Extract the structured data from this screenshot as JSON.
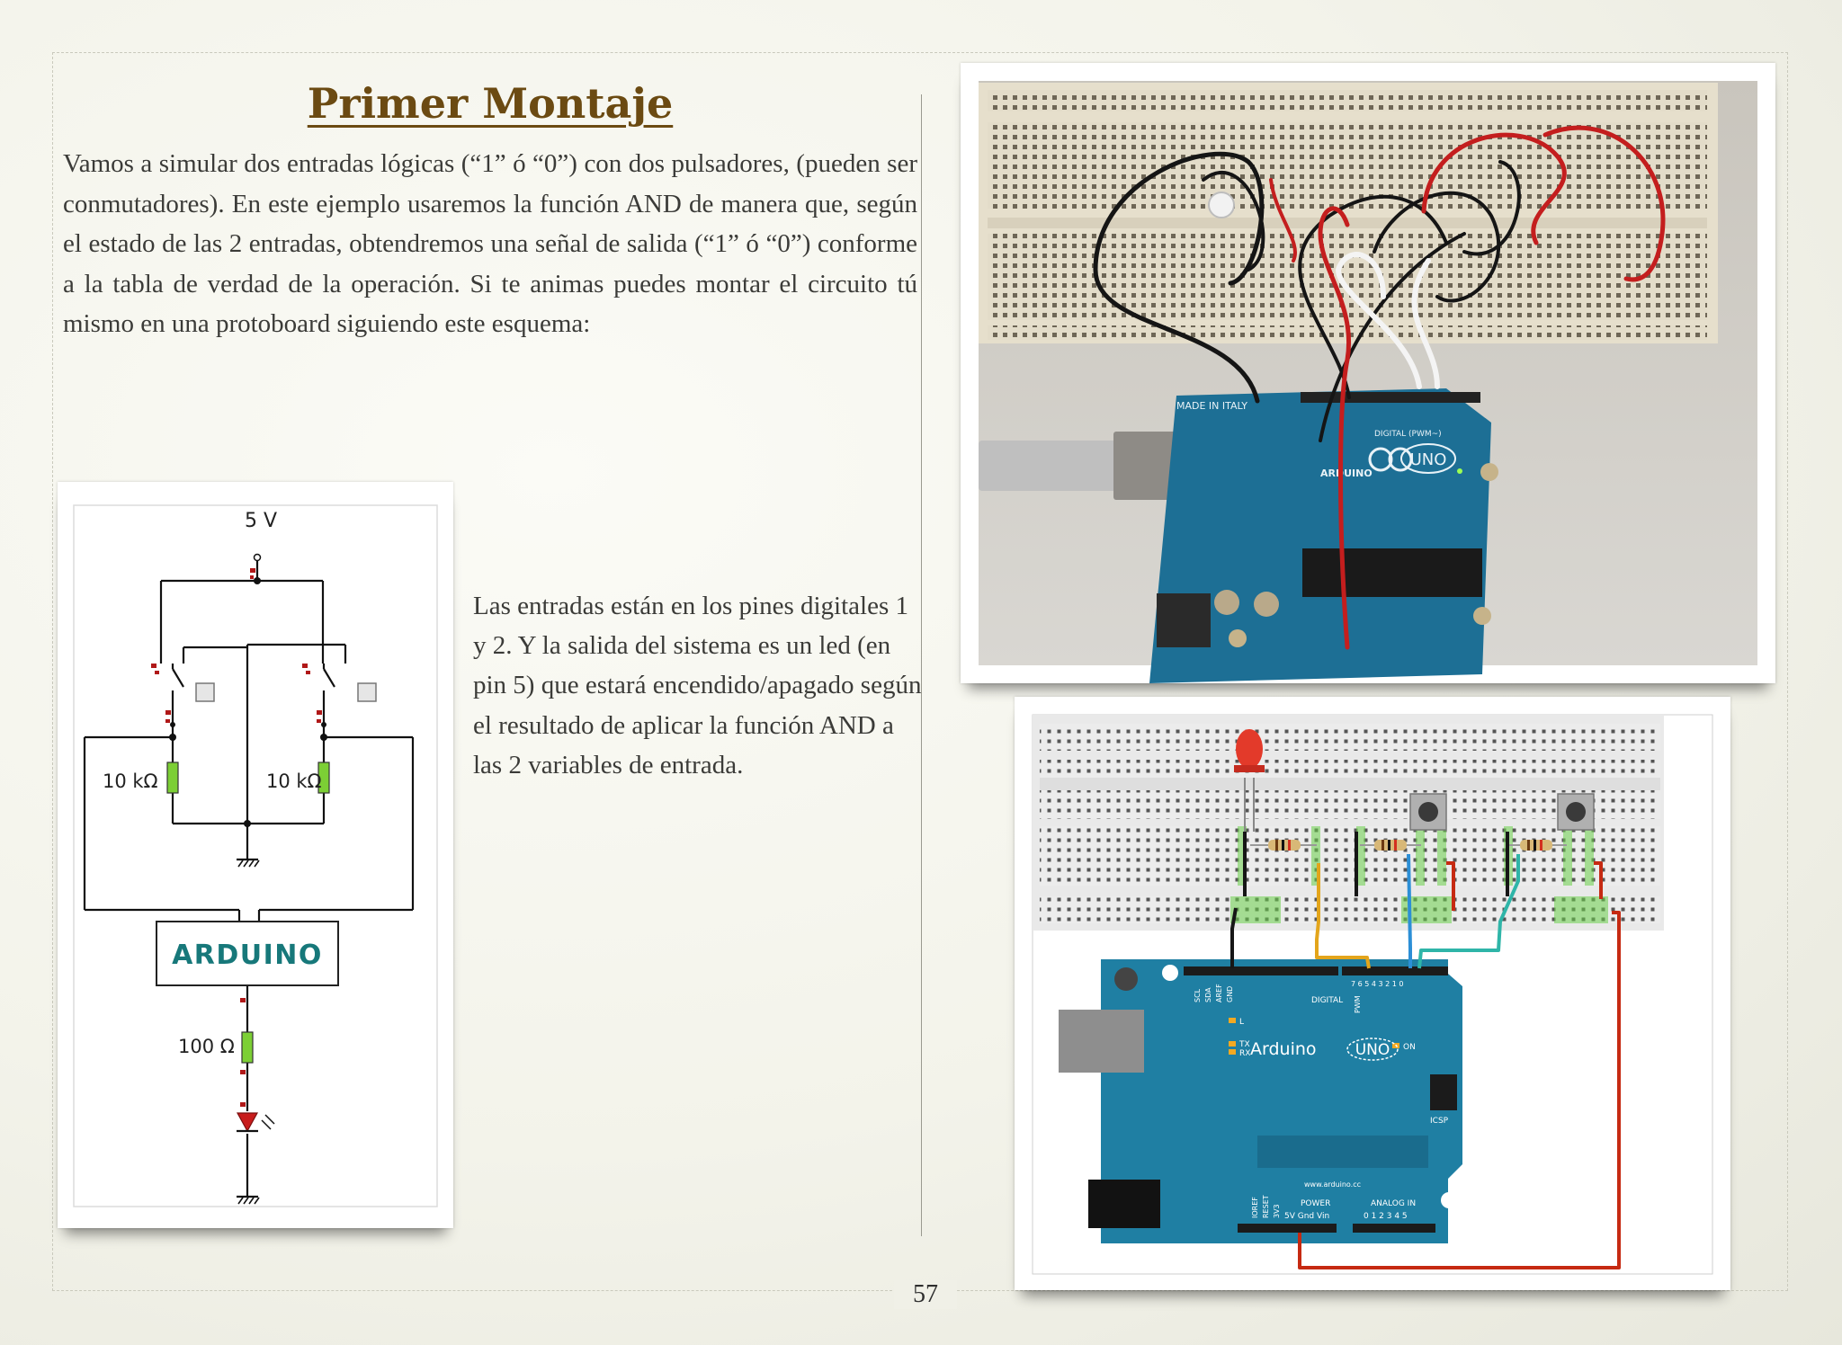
{
  "title": "Primer Montaje",
  "intro_text": "Vamos a simular dos entradas lógicas (“1” ó “0”) con dos pulsadores, (pueden ser conmutadores). En este ejemplo usaremos la función AND de manera que, según el estado de las 2 entradas, obtendremos una señal de salida (“1” ó “0”) conforme a la tabla de verdad de la operación. Si te animas puedes montar el circuito tú mismo en una protoboard siguiendo este esquema:",
  "side_text": "Las entradas están en los pines digitales 1 y 2. Y la salida del sistema es un led (en pin 5) que estará encendido/apagado según el resultado de aplicar la función AND a las 2 variables de entrada.",
  "page_number": "57",
  "schematic": {
    "supply_label": "5 V",
    "resistor_left_label": "10 kΩ",
    "resistor_right_label": "10 kΩ",
    "arduino_label": "ARDUINO",
    "led_resistor_label": "100 Ω"
  },
  "photo": {
    "made_in_label": "MADE IN ITALY",
    "board_uno_label": "UNO",
    "board_brand_label": "ARDUINO",
    "digital_label": "DIGITAL (PWM~)"
  },
  "breadboard_diagram": {
    "brand_label": "Arduino",
    "model_label": "UNO",
    "on_label": "ON",
    "digital_label": "DIGITAL",
    "icsp_label": "ICSP",
    "tx_label": "TX",
    "rx_label": "RX",
    "l_label": "L",
    "url_label": "www.arduino.cc",
    "power_label": "POWER",
    "analog_label": "ANALOG IN",
    "power_pins_label": "5V  Gnd  Vin",
    "analog_pins_label": "0  1  2  3  4  5",
    "reset_label": "RESET",
    "ioref_label": "IOREF",
    "v3_label": "3V3",
    "gnd_label": "GND",
    "aref_label": "AREF",
    "sda_label": "SDA",
    "scl_label": "SCL",
    "pwm_label": "PWM",
    "digital_pins_top": "7 6 5 4 3 2 1 0"
  },
  "colors": {
    "title": "#6b4a12",
    "text": "#3b3b38",
    "board_blue": "#1f7fa3",
    "wire_red": "#c62a12",
    "wire_yellow": "#e3a51b",
    "wire_blue": "#2c8fd6",
    "wire_teal": "#2fb5a8",
    "resistor_green": "#7ccf35"
  }
}
